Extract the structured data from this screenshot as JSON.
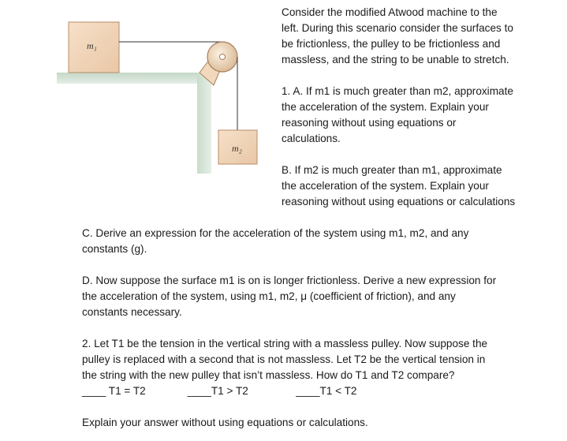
{
  "figure": {
    "mass1_label": "m₁",
    "mass2_label": "m₂"
  },
  "intro": {
    "lines": [
      "Consider the modified Atwood machine to the",
      "left.  During this scenario consider the surfaces to",
      "be frictionless, the pulley to be frictionless and",
      "massless, and the string to be unable to stretch."
    ]
  },
  "q1a": {
    "lines": [
      "1. A. If m1 is much greater than m2, approximate",
      "the acceleration of the system. Explain your",
      "reasoning without using equations or",
      "calculations."
    ]
  },
  "q1b": {
    "lines": [
      "B. If m2 is much greater than m1, approximate",
      "the acceleration of the system.  Explain your",
      "reasoning without using equations or calculations"
    ]
  },
  "q1c": {
    "lines": [
      "C. Derive an expression for the acceleration of the system using m1, m2, and any",
      "constants (g)."
    ]
  },
  "q1d": {
    "lines": [
      "D. Now suppose the surface m1 is on is longer frictionless.  Derive a new expression for",
      "the acceleration of the system, using m1, m2,  μ (coefficient of friction), and any",
      "constants necessary."
    ]
  },
  "q2": {
    "lines": [
      "2. Let T1 be the tension in the vertical string with a massless pulley.  Now suppose the",
      "pulley is replaced with a second that is not massless.  Let T2 be the vertical tension in",
      "the string with the new pulley that isn’t massless.  How do T1 and T2 compare?"
    ],
    "choices": "____ T1 = T2              ____T1 > T2                ____T1 < T2",
    "explain": "Explain your answer without using equations or calculations."
  }
}
